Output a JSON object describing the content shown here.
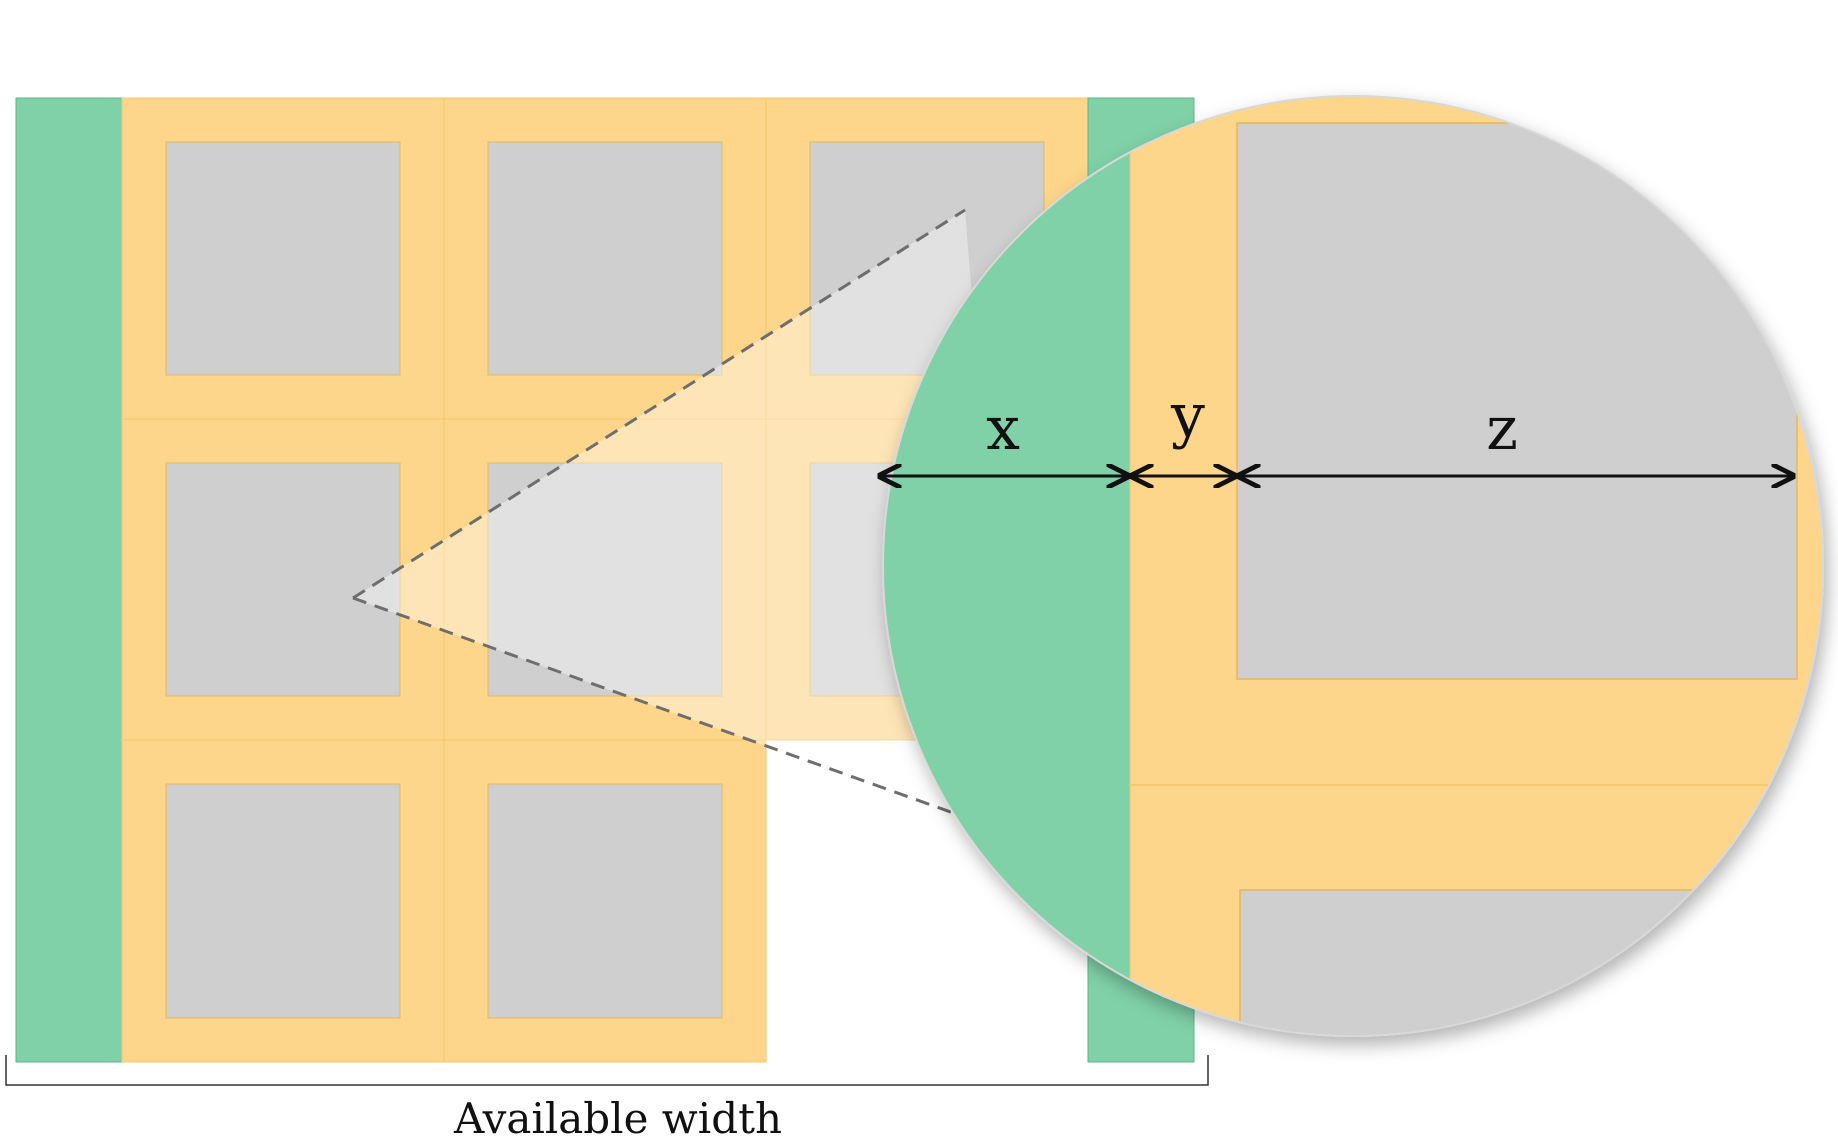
{
  "diagram": {
    "bottom_label": "Available width",
    "measure_labels": {
      "x": "x",
      "y": "y",
      "z": "z"
    },
    "colors": {
      "sidebar": "#80d1a7",
      "cell": "#fdd68b",
      "cell_border": "#f4c66a",
      "tile": "#cfcfcf",
      "tile_border": "#e6b75a",
      "guide_dash": "#6e6e6e",
      "arrow": "#111111"
    },
    "grid": {
      "rows": 3,
      "columns": 3,
      "last_row_cells": 2
    }
  }
}
